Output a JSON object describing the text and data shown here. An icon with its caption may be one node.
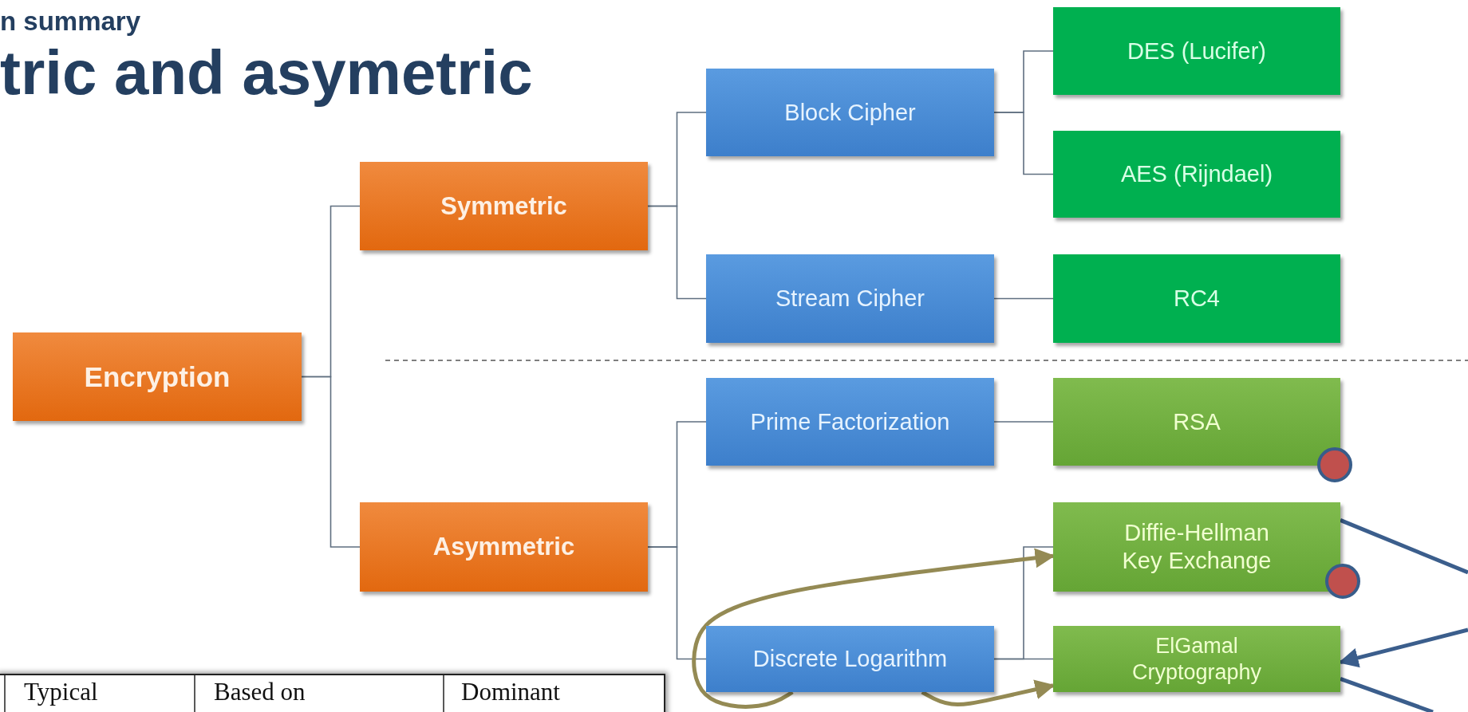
{
  "diagram": {
    "title": "tric and asymetric",
    "nodes": [
      {
        "text": [
          "Encryption"
        ]
      },
      {
        "text": [
          "Symmetric"
        ]
      },
      {
        "text": [
          "Asymmetric"
        ]
      },
      {
        "text": [
          "Block Cipher"
        ]
      },
      {
        "text": [
          "Stream Cipher"
        ]
      },
      {
        "text": [
          "Prime Factorization"
        ]
      },
      {
        "text": [
          "Discrete Logarithm"
        ]
      },
      {
        "text": [
          "DES (Lucifer)"
        ]
      },
      {
        "text": [
          "AES (Rijndael)"
        ]
      },
      {
        "text": [
          "RC4"
        ]
      },
      {
        "text": [
          "RSA"
        ]
      },
      {
        "text": [
          "Diffie-Hellman Key Exchange"
        ]
      },
      {
        "text": [
          "ElGamal Cryptography"
        ]
      },
      {
        "text": [],
        "shape": "circle"
      },
      {
        "text": [],
        "shape": "circle"
      }
    ],
    "edges": [
      {
        "from": 0,
        "to": 1,
        "arrow": "none"
      },
      {
        "from": 0,
        "to": 2,
        "arrow": "none"
      },
      {
        "from": 1,
        "to": 3,
        "arrow": "none"
      },
      {
        "from": 1,
        "to": 4,
        "arrow": "none"
      },
      {
        "from": 3,
        "to": 7,
        "arrow": "none"
      },
      {
        "from": 3,
        "to": 8,
        "arrow": "none"
      },
      {
        "from": 4,
        "to": 9,
        "arrow": "none"
      },
      {
        "from": 2,
        "to": 5,
        "arrow": "none"
      },
      {
        "from": 2,
        "to": 6,
        "arrow": "none"
      },
      {
        "from": 5,
        "to": 10,
        "arrow": "none"
      },
      {
        "from": 6,
        "to": 11,
        "arrow": "none"
      },
      {
        "from": 6,
        "to": 12,
        "arrow": "none"
      },
      {
        "from": 6,
        "to": 11,
        "arrow": "to",
        "style": "thick",
        "color": "#948a54"
      },
      {
        "from": 6,
        "to": 12,
        "arrow": "to",
        "style": "thick",
        "color": "#948a54"
      },
      {
        "from": 11,
        "to": null,
        "arrow": "none",
        "style": "thick",
        "color": "#3b5e8c"
      },
      {
        "from": null,
        "to": 12,
        "arrow": "to",
        "style": "thick",
        "color": "#3b5e8c"
      },
      {
        "from": 12,
        "to": null,
        "arrow": "none",
        "style": "thick",
        "color": "#3b5e8c"
      }
    ],
    "labels": [
      "n summary",
      "Typical",
      "Based on",
      "Dominant"
    ]
  }
}
